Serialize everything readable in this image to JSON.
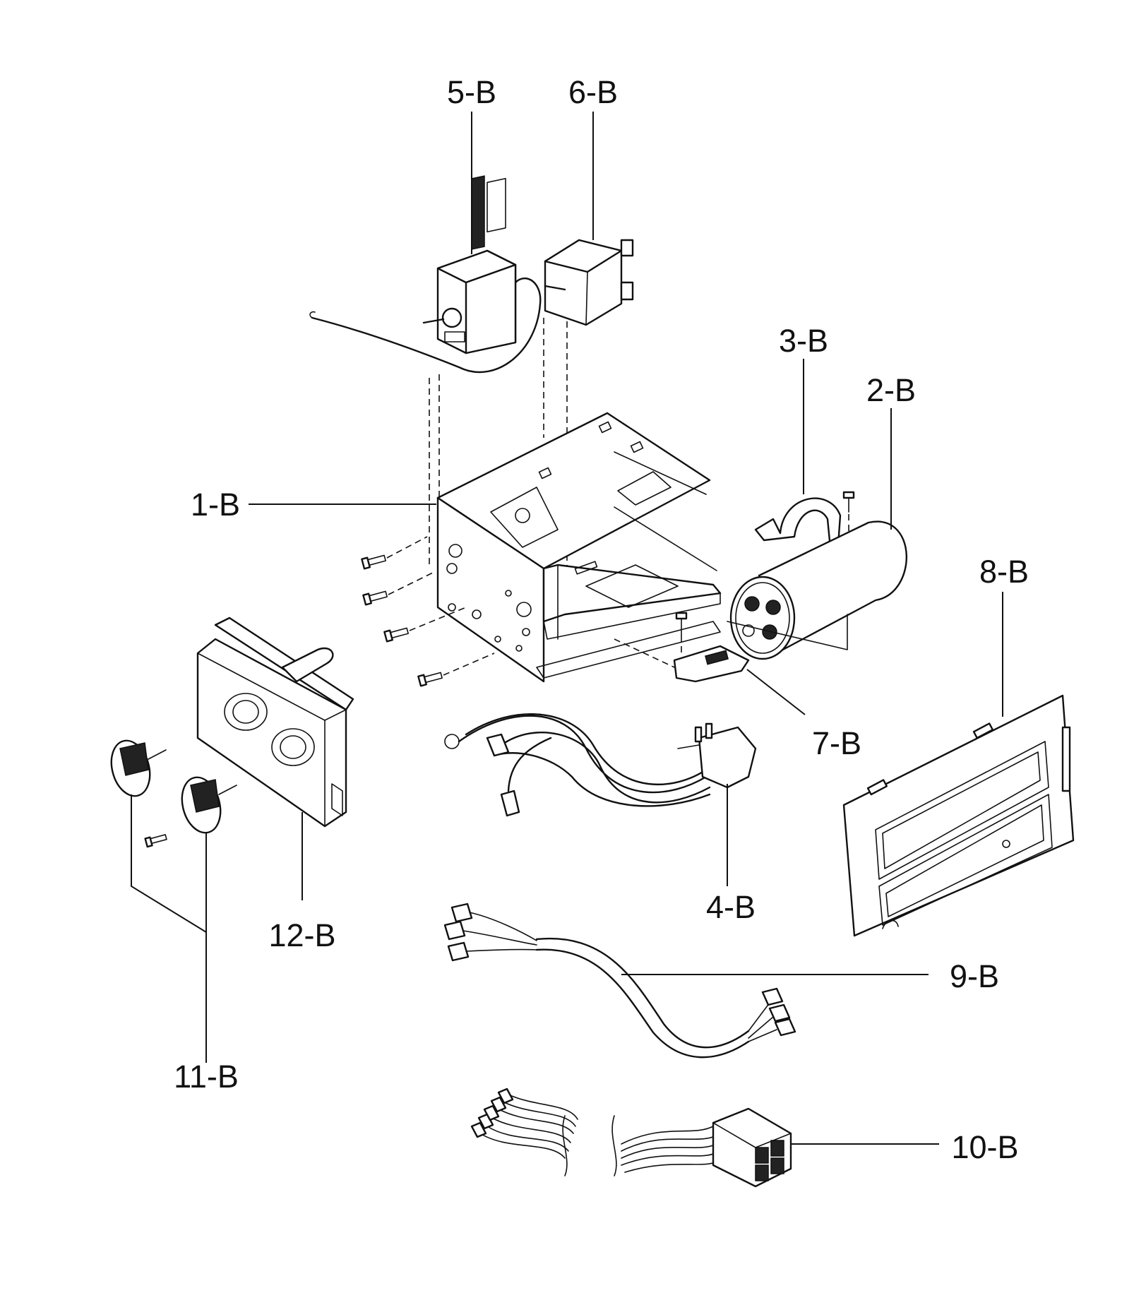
{
  "diagram": {
    "callouts": {
      "p1": "1-B",
      "p2": "2-B",
      "p3": "3-B",
      "p4": "4-B",
      "p5": "5-B",
      "p6": "6-B",
      "p7": "7-B",
      "p8": "8-B",
      "p9": "9-B",
      "p10": "10-B",
      "p11": "11-B",
      "p12": "12-B"
    },
    "parts": [
      {
        "id": "1-B",
        "icon": "control-box-chassis-icon"
      },
      {
        "id": "2-B",
        "icon": "capacitor-icon"
      },
      {
        "id": "3-B",
        "icon": "capacitor-strap-icon"
      },
      {
        "id": "4-B",
        "icon": "wire-harness-plug-icon"
      },
      {
        "id": "5-B",
        "icon": "thermostat-icon"
      },
      {
        "id": "6-B",
        "icon": "selector-switch-icon"
      },
      {
        "id": "7-B",
        "icon": "bracket-clip-icon"
      },
      {
        "id": "8-B",
        "icon": "cover-plate-icon"
      },
      {
        "id": "9-B",
        "icon": "wire-lead-icon"
      },
      {
        "id": "10-B",
        "icon": "connector-harness-icon"
      },
      {
        "id": "11-B",
        "icon": "control-knob-icon"
      },
      {
        "id": "12-B",
        "icon": "control-panel-icon"
      }
    ]
  }
}
